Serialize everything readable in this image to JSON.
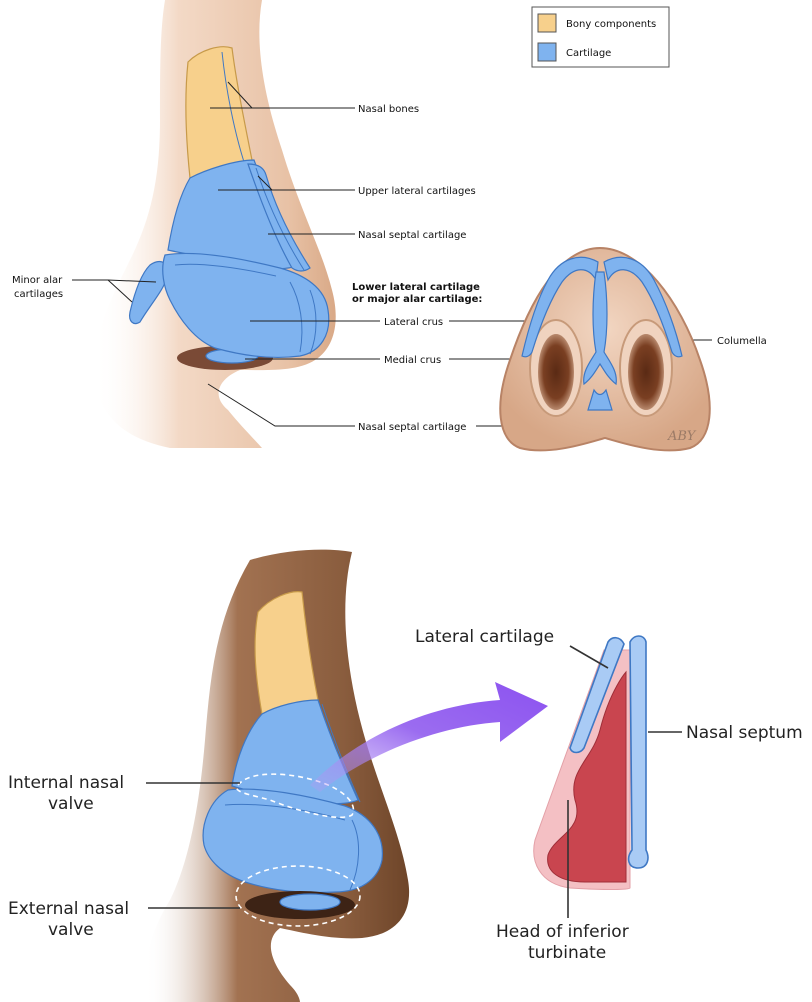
{
  "legend": {
    "bony": {
      "label": "Bony components",
      "color": "#f7d08c"
    },
    "cartilage": {
      "label": "Cartilage",
      "color": "#7fb3ef"
    }
  },
  "top_labels": {
    "nasal_bones": "Nasal bones",
    "upper_lateral": "Upper lateral cartilages",
    "septal_upper": "Nasal septal cartilage",
    "minor_alar_1": "Minor alar",
    "minor_alar_2": "cartilages",
    "lower_lateral_1": "Lower lateral cartilage",
    "lower_lateral_2": "or major alar cartilage:",
    "lateral_crus": "Lateral crus",
    "medial_crus": "Medial crus",
    "septal_lower": "Nasal septal cartilage",
    "columella": "Columella",
    "signature": "ABY"
  },
  "bottom_labels": {
    "lateral_cartilage": "Lateral cartilage",
    "nasal_septum": "Nasal septum",
    "internal_valve_1": "Internal nasal",
    "internal_valve_2": "valve",
    "external_valve_1": "External nasal",
    "external_valve_2": "valve",
    "inferior_turbinate_1": "Head of inferior",
    "inferior_turbinate_2": "turbinate"
  },
  "colors": {
    "skin_light": "#efd2bd",
    "skin_dark": "#8a5d3e",
    "arrow": "#9b6cf0",
    "turbinate": "#c9454f",
    "mucosa": "#f4c0c4"
  }
}
